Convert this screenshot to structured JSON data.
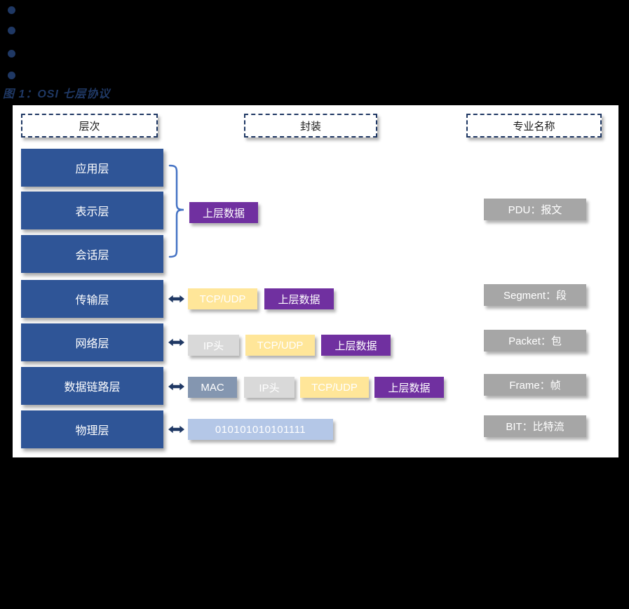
{
  "figure": {
    "title": "图 1：OSI 七层协议"
  },
  "columns": {
    "layers_header": "层次",
    "encapsulation_header": "封装",
    "names_header": "专业名称"
  },
  "layers": [
    {
      "label": "应用层"
    },
    {
      "label": "表示层"
    },
    {
      "label": "会话层"
    },
    {
      "label": "传输层"
    },
    {
      "label": "网络层"
    },
    {
      "label": "数据链路层"
    },
    {
      "label": "物理层"
    }
  ],
  "encapsulation": {
    "upper_data_label": "上层数据",
    "rows": [
      {
        "layer": "传输层",
        "segments": [
          {
            "label": "TCP/UDP"
          },
          {
            "label": "上层数据"
          }
        ]
      },
      {
        "layer": "网络层",
        "segments": [
          {
            "label": "IP头"
          },
          {
            "label": "TCP/UDP"
          },
          {
            "label": "上层数据"
          }
        ]
      },
      {
        "layer": "数据链路层",
        "segments": [
          {
            "label": "MAC"
          },
          {
            "label": "IP头"
          },
          {
            "label": "TCP/UDP"
          },
          {
            "label": "上层数据"
          }
        ]
      },
      {
        "layer": "物理层",
        "segments": [
          {
            "label": "010101010101111"
          }
        ]
      }
    ]
  },
  "pdu_names": [
    {
      "label": "PDU：报文"
    },
    {
      "label": "Segment：段"
    },
    {
      "label": "Packet：包"
    },
    {
      "label": "Frame：帧"
    },
    {
      "label": "BIT：比特流"
    }
  ],
  "colors": {
    "background": "#000000",
    "layer_box": "#2F5597",
    "upper_data": "#7030A0",
    "tcp_udp": "#FFE699",
    "ip_header": "#D9D9D9",
    "mac": "#8496B0",
    "bits": "#B4C7E7",
    "name_box": "#A6A6A6",
    "dashed_border": "#1F3864",
    "arrow": "#1F3864",
    "bracket": "#4472C4",
    "title_text": "#1F3864"
  }
}
